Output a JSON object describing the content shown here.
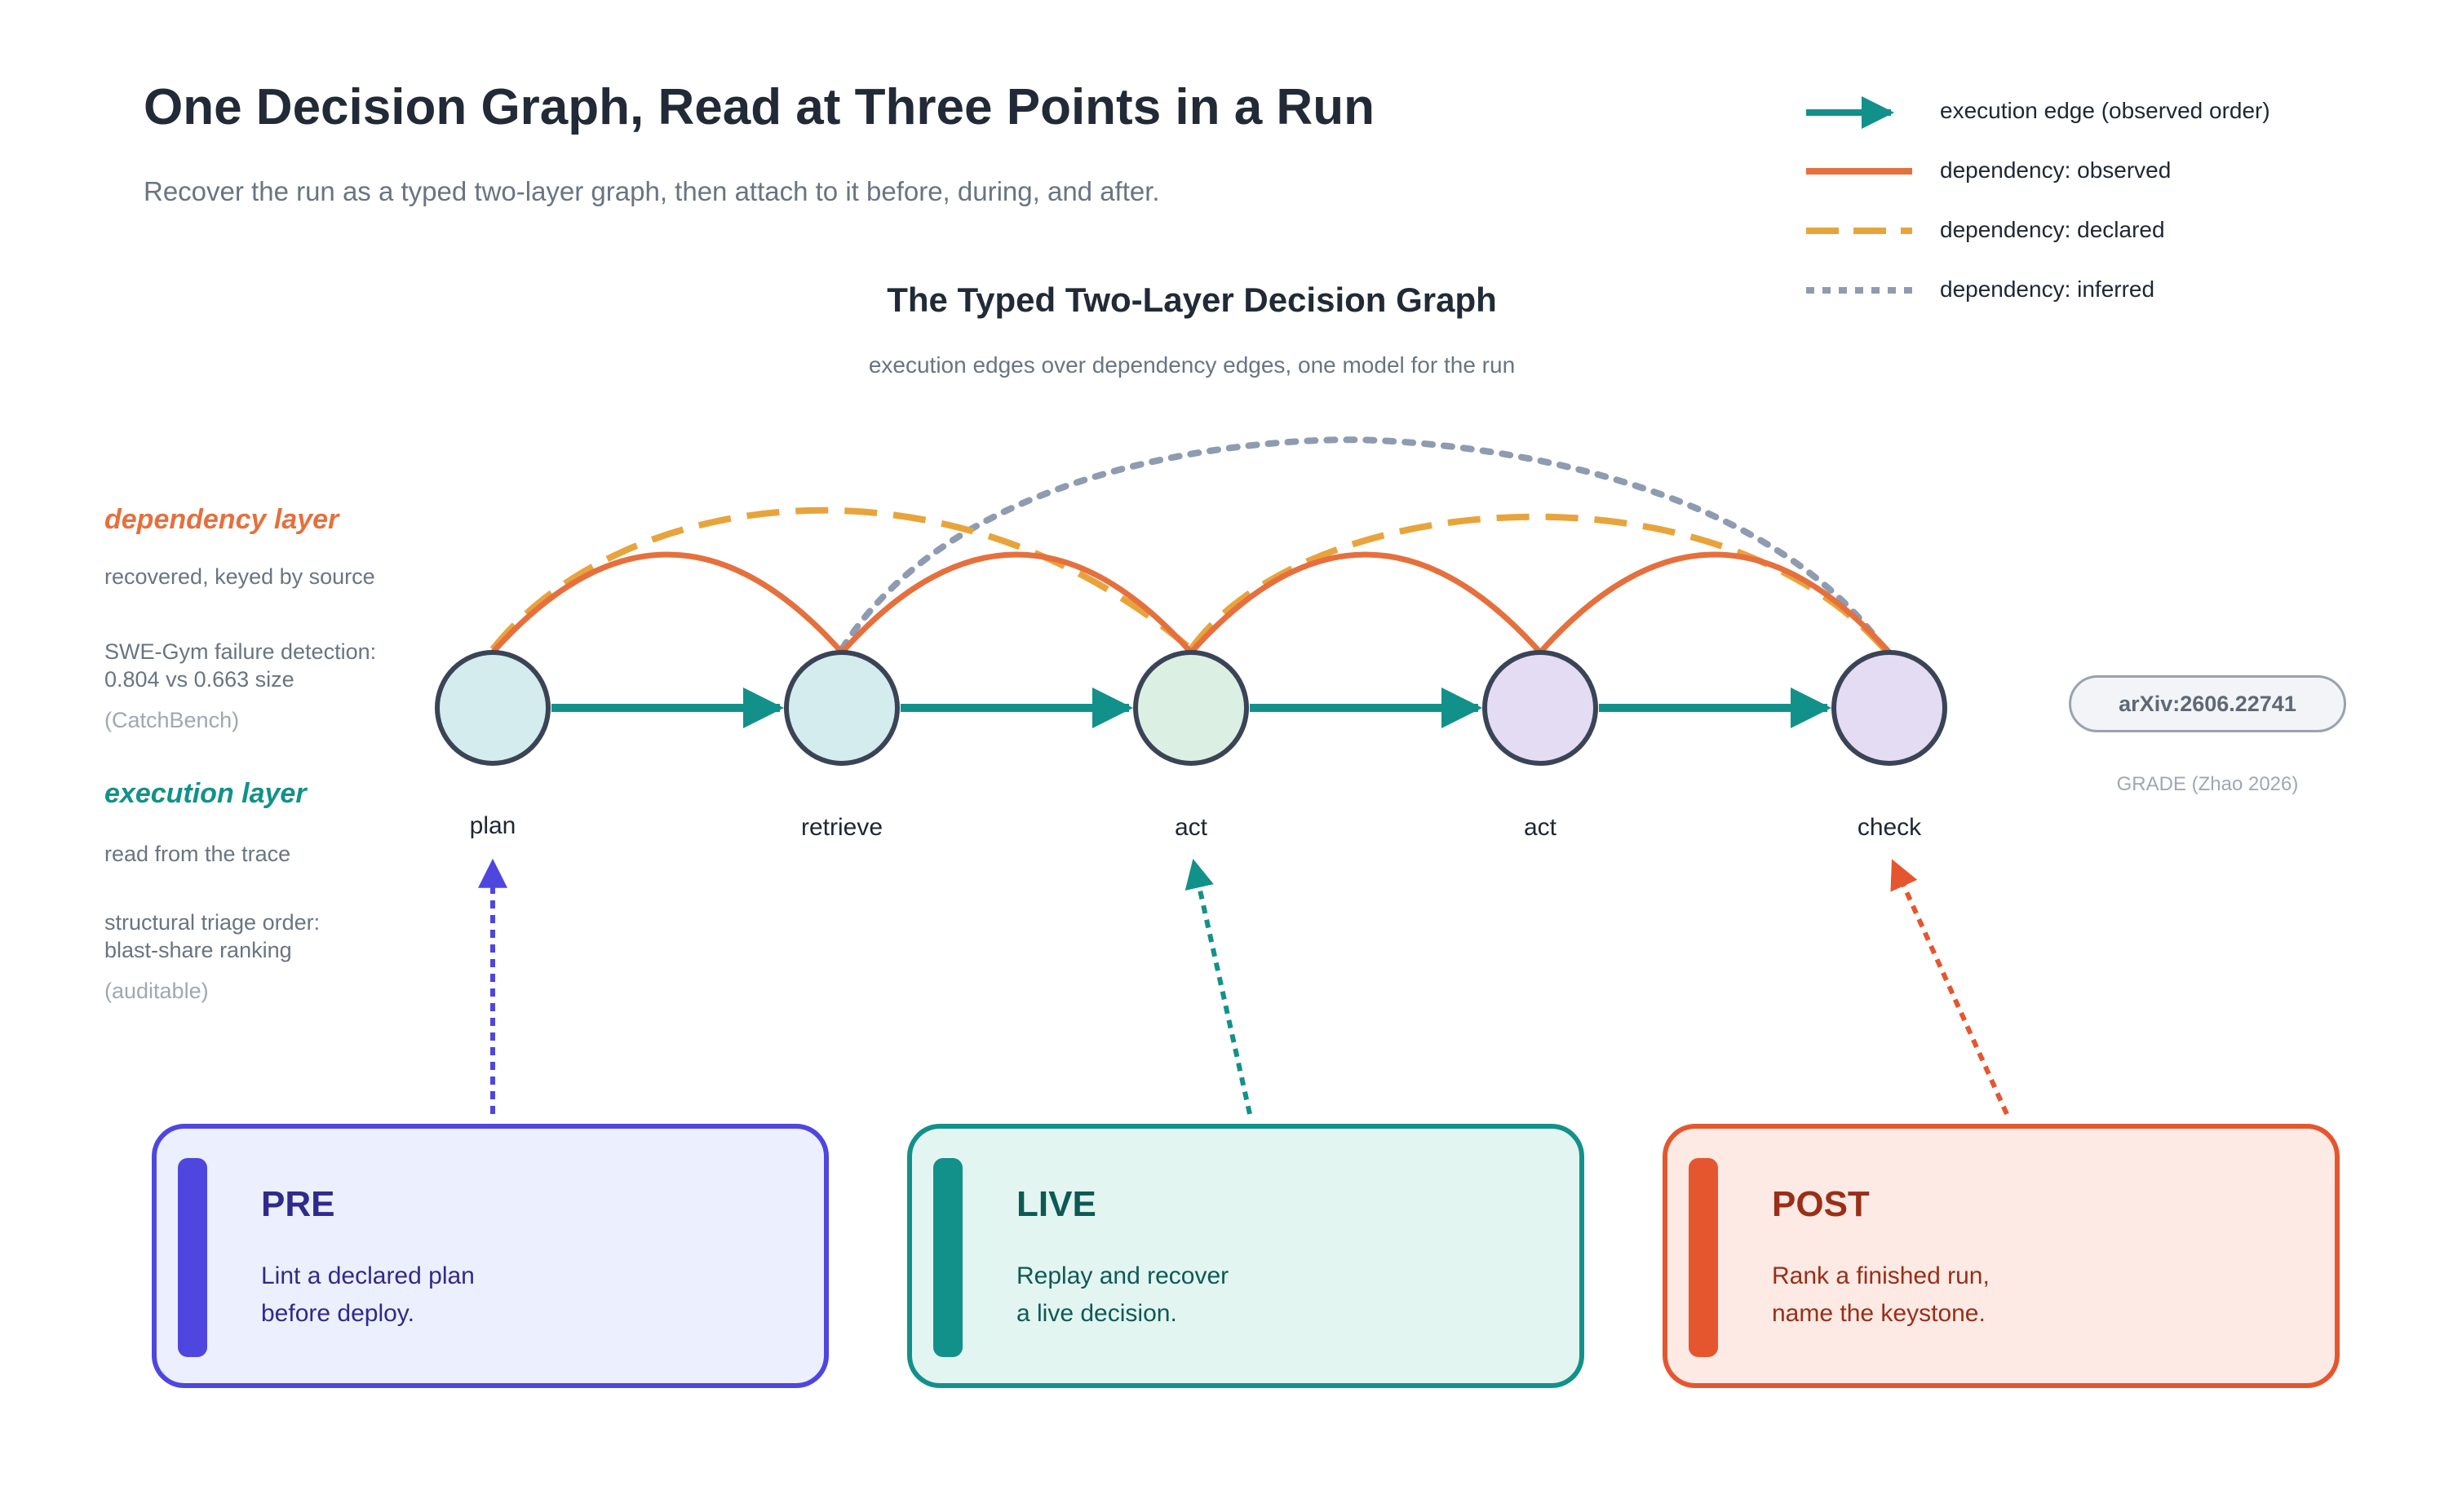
{
  "header": {
    "title": "One Decision Graph, Read at Three Points in a Run",
    "subtitle": "Recover the run as a typed two-layer graph, then attach to it before, during, and after."
  },
  "legend": [
    {
      "label": "execution edge  (observed order)",
      "style": "solid-arrow",
      "color": "#12918a"
    },
    {
      "label": "dependency: observed",
      "style": "solid",
      "color": "#e5703d"
    },
    {
      "label": "dependency: declared",
      "style": "dashed",
      "color": "#e8a43c"
    },
    {
      "label": "dependency: inferred",
      "style": "dotted",
      "color": "#8e9bb0"
    }
  ],
  "graph": {
    "title": "The Typed Two-Layer Decision Graph",
    "subtitle": "execution edges over dependency edges, one model for the run",
    "nodes": [
      {
        "label": "plan",
        "fill": "#d4ecee"
      },
      {
        "label": "retrieve",
        "fill": "#d4ecee"
      },
      {
        "label": "act",
        "fill": "#dcefe3"
      },
      {
        "label": "act",
        "fill": "#e4dcf3"
      },
      {
        "label": "check",
        "fill": "#e4dcf3"
      }
    ]
  },
  "dependency_layer": {
    "title": "dependency layer",
    "note": "recovered, keyed by source",
    "metric": "SWE-Gym failure detection:\n0.804 vs 0.663 size",
    "source": "(CatchBench)",
    "color": "#e5703d"
  },
  "execution_layer": {
    "title": "execution layer",
    "note": "read from the trace",
    "metric": "structural triage order:\nblast-share ranking",
    "source": "(auditable)",
    "color": "#12918a"
  },
  "citation": {
    "arxiv": "arXiv:2606.22741",
    "ref": "GRADE (Zhao 2026)"
  },
  "cards": [
    {
      "title": "PRE",
      "body": "Lint a declared plan\nbefore deploy.",
      "color": "#4f46e0"
    },
    {
      "title": "LIVE",
      "body": "Replay and recover\na live decision.",
      "color": "#12918a"
    },
    {
      "title": "POST",
      "body": "Rank a finished run,\nname the keystone.",
      "color": "#e5562f"
    }
  ]
}
